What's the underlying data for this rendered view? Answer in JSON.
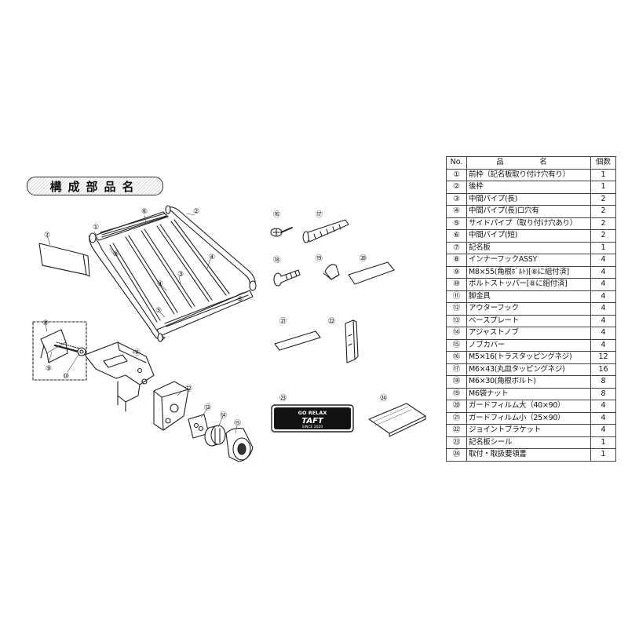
{
  "title": "構成部品名",
  "table": {
    "headers": {
      "no": "No.",
      "name": "品　名",
      "qty": "個数"
    },
    "rows": [
      {
        "no": "①",
        "name": "前枠（記名板取り付け穴有り）",
        "qty": "1"
      },
      {
        "no": "②",
        "name": "後枠",
        "qty": "1"
      },
      {
        "no": "③",
        "name": "中間パイプ(長)",
        "qty": "2"
      },
      {
        "no": "④",
        "name": "中間パイプ(長)口穴有",
        "qty": "2"
      },
      {
        "no": "⑤",
        "name": "サイドパイプ（取り付け穴あり）",
        "qty": "2"
      },
      {
        "no": "⑥",
        "name": "中間パイプ(短)",
        "qty": "2"
      },
      {
        "no": "⑦",
        "name": "記名板",
        "qty": "1"
      },
      {
        "no": "⑧",
        "name": "インナーフックASSY",
        "qty": "4"
      },
      {
        "no": "⑨",
        "name": "M8×55(角根ﾎﾞﾙﾄ)[⑧に組付済]",
        "qty": "4"
      },
      {
        "no": "⑩",
        "name": "ボルトストッパー[⑧に組付済]",
        "qty": "4"
      },
      {
        "no": "⑪",
        "name": "脚金具",
        "qty": "4"
      },
      {
        "no": "⑫",
        "name": "アウターフック",
        "qty": "4"
      },
      {
        "no": "⑬",
        "name": "ベースプレート",
        "qty": "4"
      },
      {
        "no": "⑭",
        "name": "アジャストノブ",
        "qty": "4"
      },
      {
        "no": "⑮",
        "name": "ノブカバー",
        "qty": "4"
      },
      {
        "no": "⑯",
        "name": "M5×16(トラスタッピングネジ)",
        "qty": "12"
      },
      {
        "no": "⑰",
        "name": "M6×43(丸皿タッピングネジ)",
        "qty": "16"
      },
      {
        "no": "⑱",
        "name": "M6×30(角根ボルト)",
        "qty": "8"
      },
      {
        "no": "⑲",
        "name": "M6袋ナット",
        "qty": "8"
      },
      {
        "no": "⑳",
        "name": "ガードフィルム大（40×90）",
        "qty": "4"
      },
      {
        "no": "㉑",
        "name": "ガードフィルム小（25×90）",
        "qty": "4"
      },
      {
        "no": "㉒",
        "name": "ジョイントブラケット",
        "qty": "4"
      },
      {
        "no": "㉓",
        "name": "記名板シール",
        "qty": "1"
      },
      {
        "no": "㉔",
        "name": "取付・取扱要領書",
        "qty": "1"
      }
    ]
  },
  "callouts": {
    "c1": "①",
    "c2": "②",
    "c3": "③",
    "c4a": "④",
    "c4b": "④",
    "c5a": "⑤",
    "c5b": "⑤",
    "c6a": "⑥",
    "c6b": "⑥",
    "c7": "⑦",
    "c8": "⑧",
    "c9": "⑨",
    "c10": "⑩",
    "c11": "⑪",
    "c12": "⑫",
    "c13": "⑬",
    "c14": "⑭",
    "c15": "⑮",
    "c16": "⑯",
    "c17": "⑰",
    "c18": "⑱",
    "c19": "⑲",
    "c20": "⑳",
    "c21": "㉑",
    "c22": "㉒",
    "c23": "㉓",
    "c24": "㉔"
  },
  "sticker": {
    "line1": "GO RELAX",
    "logo": "TAFT",
    "line3": "SINCE 2020"
  }
}
